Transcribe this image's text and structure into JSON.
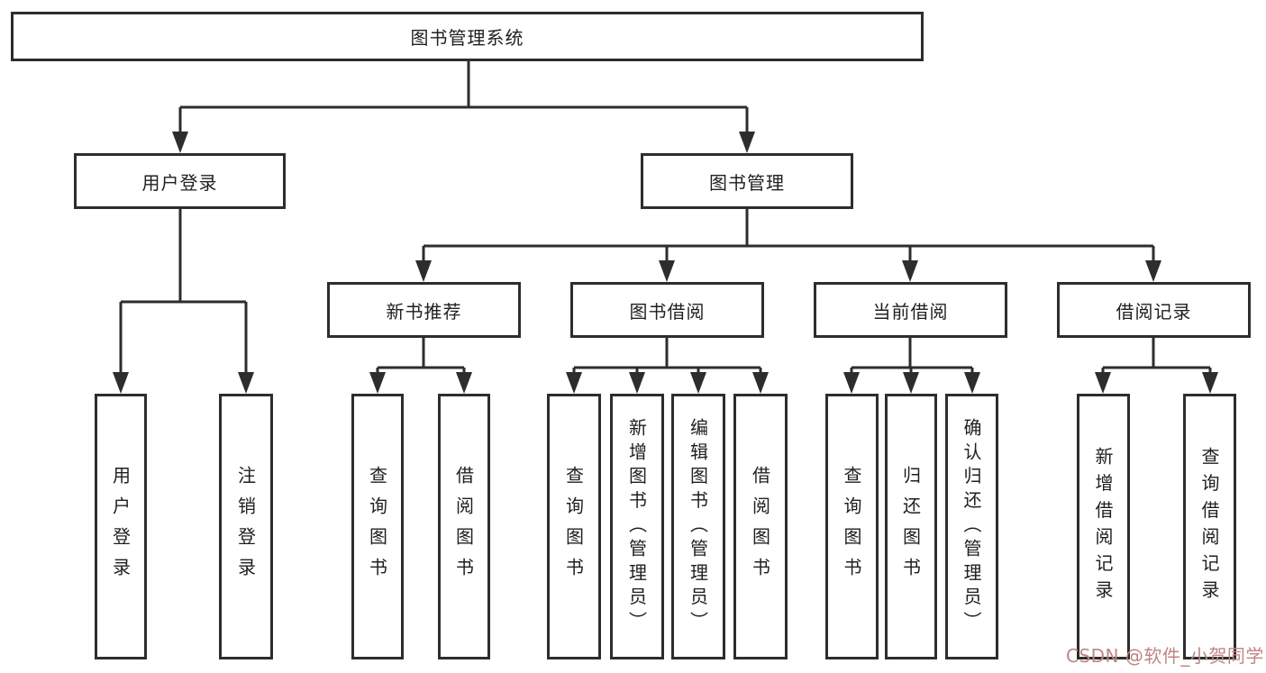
{
  "diagram": {
    "root": "图书管理系统",
    "children": [
      {
        "label": "用户登录",
        "children": [
          {
            "label": "用户登录"
          },
          {
            "label": "注销登录"
          }
        ]
      },
      {
        "label": "图书管理",
        "children": [
          {
            "label": "新书推荐",
            "children": [
              {
                "label": "查询图书"
              },
              {
                "label": "借阅图书"
              }
            ]
          },
          {
            "label": "图书借阅",
            "children": [
              {
                "label": "查询图书"
              },
              {
                "label": "新增图书（管理员）"
              },
              {
                "label": "编辑图书（管理员）"
              },
              {
                "label": "借阅图书"
              }
            ]
          },
          {
            "label": "当前借阅",
            "children": [
              {
                "label": "查询图书"
              },
              {
                "label": "归还图书"
              },
              {
                "label": "确认归还（管理员）"
              }
            ]
          },
          {
            "label": "借阅记录",
            "children": [
              {
                "label": "新增借阅记录"
              },
              {
                "label": "查询借阅记录"
              }
            ]
          }
        ]
      }
    ]
  },
  "watermark": {
    "text": "CSDN @软件_小贺同学"
  },
  "colors": {
    "line": "#2d2d2d",
    "text": "#1f1f1f",
    "bg": "#ffffff",
    "watermark": "#c08585"
  }
}
